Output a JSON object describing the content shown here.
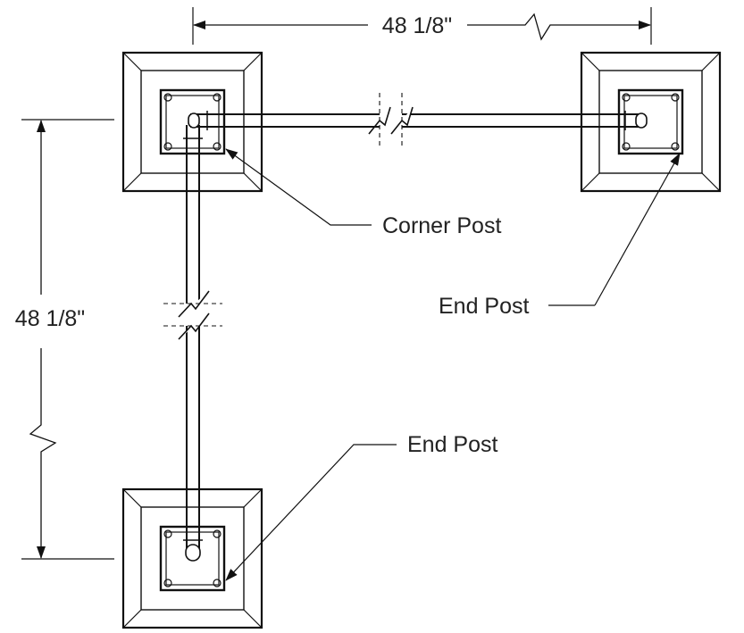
{
  "dimensions": {
    "horizontal": "48 1/8\"",
    "vertical": "48 1/8\""
  },
  "callouts": {
    "corner_post": "Corner Post",
    "end_post_right": "End Post",
    "end_post_bottom": "End Post"
  },
  "colors": {
    "line": "#111111",
    "background": "#ffffff"
  }
}
